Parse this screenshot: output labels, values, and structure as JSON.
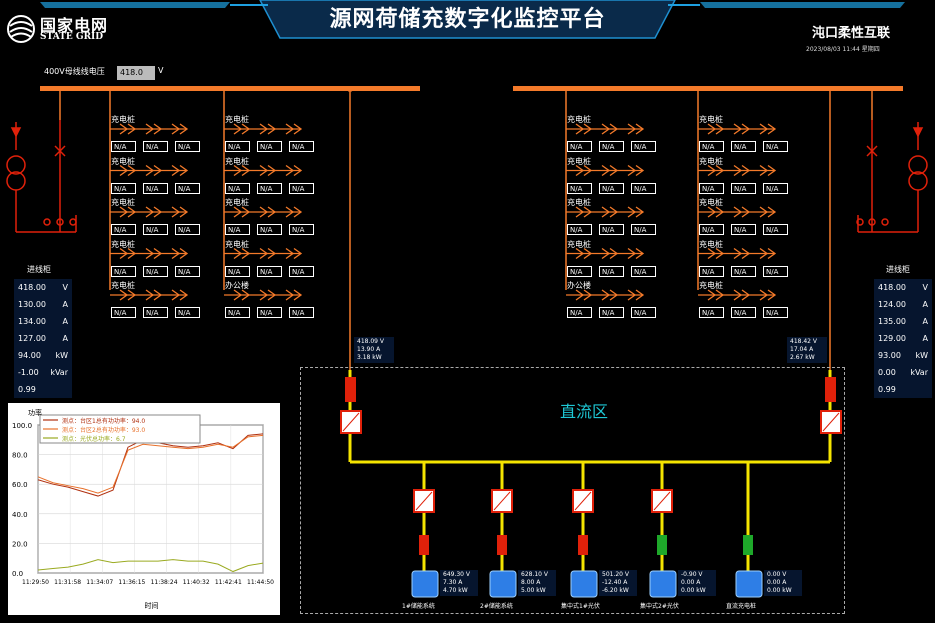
{
  "header": {
    "title": "源网荷储充数字化监控平台",
    "logo_cn": "国家电网",
    "logo_en": "STATE GRID",
    "site": "沌口柔性互联",
    "timestamp": "2023/08/03 11:44 星期四"
  },
  "bus_voltage": {
    "label": "400V母线线电压",
    "value": "418.0",
    "unit": "V"
  },
  "left_group": {
    "col1": [
      "充电桩",
      "充电桩",
      "充电桩",
      "充电桩",
      "充电桩"
    ],
    "col2": [
      "充电桩",
      "充电桩",
      "充电桩",
      "充电桩",
      "办公楼"
    ],
    "na": "N/A"
  },
  "right_group": {
    "col1": [
      "充电桩",
      "充电桩",
      "充电桩",
      "充电桩",
      "办公楼"
    ],
    "col2": [
      "充电桩",
      "充电桩",
      "充电桩",
      "充电桩",
      "充电桩"
    ]
  },
  "incoming_left": {
    "label": "进线柜",
    "rows": [
      {
        "v": "418.00",
        "u": "V"
      },
      {
        "v": "130.00",
        "u": "A"
      },
      {
        "v": "134.00",
        "u": "A"
      },
      {
        "v": "127.00",
        "u": "A"
      },
      {
        "v": "94.00",
        "u": "kW"
      },
      {
        "v": "-1.00",
        "u": "kVar"
      },
      {
        "v": "0.99",
        "u": ""
      }
    ]
  },
  "incoming_right": {
    "label": "进线柜",
    "rows": [
      {
        "v": "418.00",
        "u": "V"
      },
      {
        "v": "124.00",
        "u": "A"
      },
      {
        "v": "135.00",
        "u": "A"
      },
      {
        "v": "129.00",
        "u": "A"
      },
      {
        "v": "93.00",
        "u": "kW"
      },
      {
        "v": "0.00",
        "u": "kVar"
      },
      {
        "v": "0.99",
        "u": ""
      }
    ]
  },
  "dc_zone": {
    "title": "直流区",
    "left_feeder": [
      "418.09  V",
      "13.90   A",
      "3.18   kW"
    ],
    "right_feeder": [
      "418.42  V",
      "17.04   A",
      "2.67   kW"
    ],
    "devices": [
      {
        "name": "1#储能系统",
        "vals": [
          "649.30  V",
          "7.30    A",
          "4.70   kW"
        ],
        "status": "red"
      },
      {
        "name": "2#储能系统",
        "vals": [
          "628.10  V",
          "8.00    A",
          "5.00   kW"
        ],
        "status": "red"
      },
      {
        "name": "集中式1#光伏",
        "vals": [
          "501.20  V",
          "-12.40  A",
          "-6.20  kW"
        ],
        "status": "red"
      },
      {
        "name": "集中式2#光伏",
        "vals": [
          "-0.90  V",
          "0.00    A",
          "0.00   kW"
        ],
        "status": "green"
      },
      {
        "name": "直流充电桩",
        "vals": [
          "0.00   V",
          "0.00    A",
          "0.00   kW"
        ],
        "status": "green"
      }
    ],
    "colors": {
      "red": "#e0210a",
      "green": "#1ea82a",
      "yellow": "#f5e400",
      "orange": "#f47a2a"
    }
  },
  "chart_data": {
    "type": "line",
    "ylabel": "功率",
    "xlabel": "时间",
    "ylim": [
      0,
      100
    ],
    "yticks": [
      "0.0",
      "20.0",
      "40.0",
      "60.0",
      "80.0",
      "100.0"
    ],
    "x": [
      "11:29:50",
      "11:31:58",
      "11:34:07",
      "11:36:15",
      "11:38:24",
      "11:40:32",
      "11:42:41",
      "11:44:50"
    ],
    "series": [
      {
        "name": "测点：台区1总有功功率：94.0",
        "color": "#b03010",
        "values": [
          63,
          60,
          58,
          55,
          52,
          56,
          85,
          90,
          88,
          86,
          85,
          86,
          88,
          84,
          93,
          94
        ]
      },
      {
        "name": "测点：台区2总有功功率：93.0",
        "color": "#e8702a",
        "values": [
          65,
          61,
          59,
          57,
          54,
          58,
          83,
          87,
          86,
          85,
          84,
          85,
          87,
          85,
          92,
          93
        ]
      },
      {
        "name": "测点：光伏总功率：6.7",
        "color": "#9aaa20",
        "values": [
          2,
          3,
          4,
          6,
          9,
          7,
          8,
          8,
          8,
          9,
          8,
          8,
          6,
          1,
          5,
          6.7
        ]
      }
    ]
  }
}
